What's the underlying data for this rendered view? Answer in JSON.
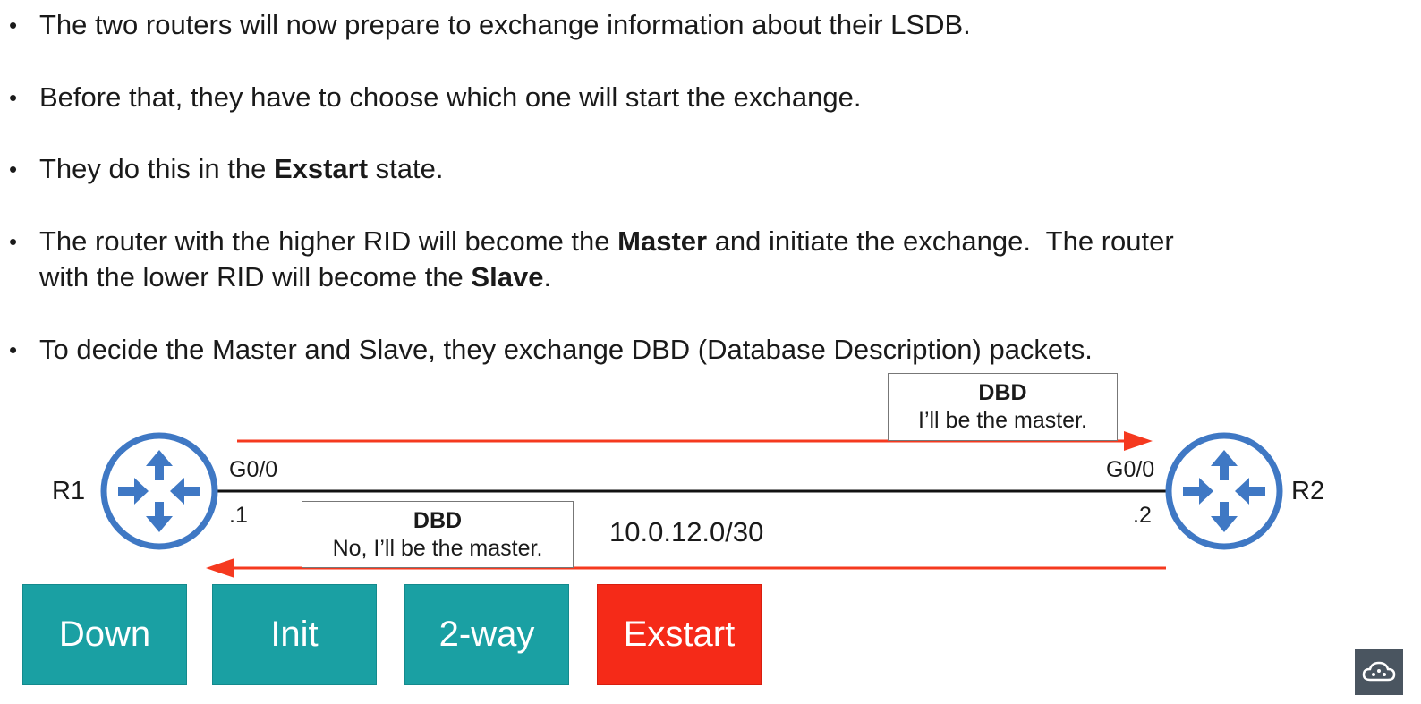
{
  "bullets": [
    {
      "parts": [
        "The two routers will now prepare to exchange information about their LSDB."
      ]
    },
    {
      "parts": [
        "Before that, they have to choose which one will start the exchange."
      ]
    },
    {
      "parts": [
        "They do this in the ",
        "Exstart",
        " state."
      ]
    },
    {
      "line1": [
        "The router with the higher RID will become the ",
        "Master",
        " and initiate the exchange.  The router"
      ],
      "line2": [
        "with the lower RID will become the ",
        "Slave",
        "."
      ]
    },
    {
      "parts": [
        "To decide the Master and Slave, they exchange DBD (Database Description) packets."
      ]
    }
  ],
  "bullet_symbol": "•",
  "diagram": {
    "r1": {
      "name": "R1",
      "interface": "G0/0",
      "ip_suffix": ".1"
    },
    "r2": {
      "name": "R2",
      "interface": "G0/0",
      "ip_suffix": ".2"
    },
    "network": "10.0.12.0/30",
    "msg_to_r2": {
      "title": "DBD",
      "text": "I’ll be the master."
    },
    "msg_to_r1": {
      "title": "DBD",
      "text": "No, I’ll be the master."
    },
    "router_color": "#3f78c4",
    "arrow_color": "#f5391f"
  },
  "states": [
    {
      "label": "Down",
      "color": "#1aa0a3"
    },
    {
      "label": "Init",
      "color": "#1aa0a3"
    },
    {
      "label": "2-way",
      "color": "#1aa0a3"
    },
    {
      "label": "Exstart",
      "color": "#f52a18"
    }
  ],
  "logo_icon": "cloud-network-icon"
}
